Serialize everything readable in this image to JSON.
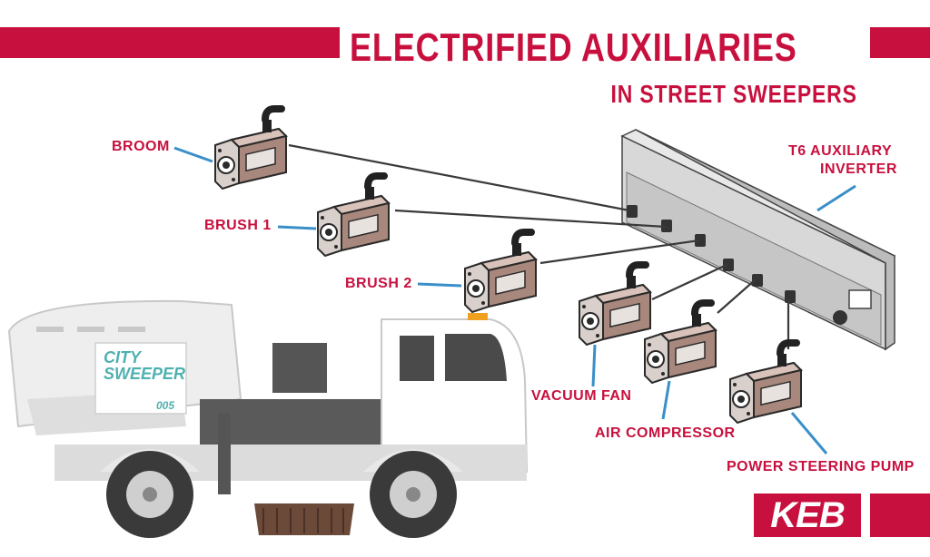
{
  "title": {
    "main": "ELECTRIFIED AUXILIARIES",
    "sub": "IN STREET SWEEPERS"
  },
  "colors": {
    "brand_red": "#c8103e",
    "leader_blue": "#3a8fc8",
    "truck_text": "#4fb0b0"
  },
  "components": [
    {
      "id": "broom",
      "label": "BROOM"
    },
    {
      "id": "brush1",
      "label": "BRUSH 1"
    },
    {
      "id": "brush2",
      "label": "BRUSH 2"
    },
    {
      "id": "vacuum",
      "label": "VACUUM FAN"
    },
    {
      "id": "aircomp",
      "label": "AIR COMPRESSOR"
    },
    {
      "id": "pump",
      "label": "POWER STEERING PUMP"
    }
  ],
  "inverter": {
    "label_line1": "T6 AUXILIARY",
    "label_line2": "INVERTER"
  },
  "truck": {
    "line1": "CITY",
    "line2": "SWEEPER",
    "number": "005"
  },
  "logo": {
    "text": "KEB"
  }
}
